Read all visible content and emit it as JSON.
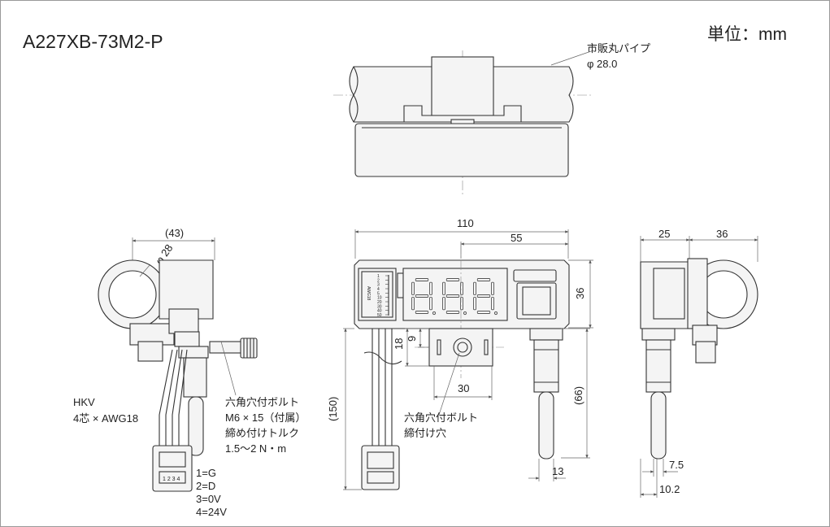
{
  "drawing": {
    "model": "A227XB-73M2-P",
    "unit_label": "単位：mm"
  },
  "top_view": {
    "pipe_label": "市販丸パイプ",
    "pipe_diameter": "φ 28.0"
  },
  "left_view": {
    "width_dim": "(43)",
    "hole_dim": "φ 28",
    "cable_title": "HKV",
    "cable_spec": "4芯 × AWG18",
    "bolt_label_1": "六角穴付ボルト",
    "bolt_label_2": "M6 × 15（付属）",
    "bolt_label_3": "締め付けトルク",
    "bolt_label_4": "1.5〜2 N・m",
    "pin_1": "1=G",
    "pin_2": "2=D",
    "pin_3": "3=0V",
    "pin_4": "4=24V"
  },
  "front_view": {
    "dim_110": "110",
    "dim_55": "55",
    "dim_36": "36",
    "dim_18": "18",
    "dim_9": "9",
    "dim_30": "30",
    "dim_150": "(150)",
    "dim_66": "(66)",
    "dim_13": "13",
    "scale_label": "AWG18",
    "scale_ticks": [
      "1",
      "2",
      "3",
      "4",
      "5",
      "10",
      "20",
      "30",
      "40",
      "50"
    ],
    "display_digits": "8.8.8",
    "bolt_hole_label_1": "六角穴付ボルト",
    "bolt_hole_label_2": "締付け穴"
  },
  "right_view": {
    "dim_25": "25",
    "dim_36": "36",
    "dim_7_5": "7.5",
    "dim_10_2": "10.2"
  }
}
